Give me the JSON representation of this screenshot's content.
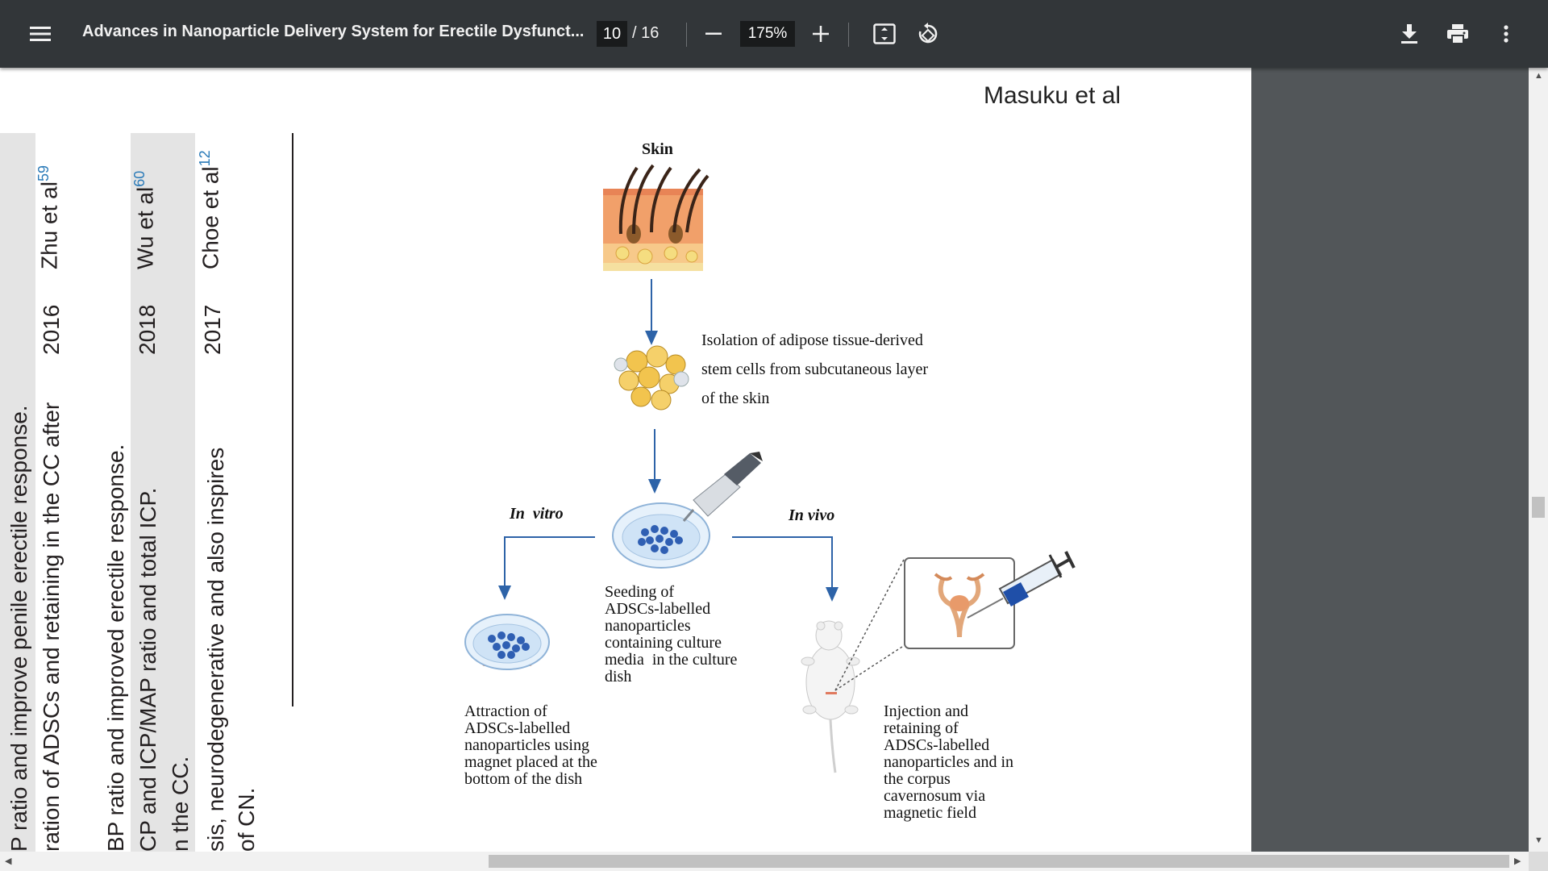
{
  "toolbar": {
    "title": "Advances in Nanoparticle Delivery System for Erectile Dysfunct...",
    "page_current": "10",
    "page_total": "/ 16",
    "zoom": "175%",
    "icons": [
      "menu-icon",
      "zoom-out-icon",
      "zoom-in-icon",
      "fit-page-icon",
      "rotate-icon",
      "download-icon",
      "print-icon",
      "more-icon"
    ]
  },
  "page": {
    "author_header": "Masuku et al",
    "table": {
      "rows": [
        {
          "texts": [
            "ration of ADSCs and retaining in the CC after",
            "P ratio and improve penile erectile response."
          ],
          "year": "2016",
          "ref_text": "Zhu et al",
          "ref_num": "59"
        },
        {
          "texts": [
            "n the CC.",
            "CP and ICP/MAP ratio and total ICP.",
            "BP ratio and improved erectile response."
          ],
          "year": "2018",
          "ref_text": "Wu et al",
          "ref_num": "60"
        },
        {
          "texts": [
            "of CN.",
            "sis, neurodegenerative and also inspires"
          ],
          "year": "2017",
          "ref_text": "Choe et al",
          "ref_num": "12"
        }
      ]
    },
    "figure": {
      "skin_label": "Skin",
      "isolation_text": [
        "Isolation of adipose tissue-derived",
        "stem cells from subcutaneous layer",
        "of the skin"
      ],
      "in_vitro": "In  vitro",
      "in_vivo": "In vivo",
      "seeding_text": [
        "Seeding of",
        "ADSCs-labelled",
        "nanoparticles",
        "containing culture",
        "media  in the culture",
        "dish"
      ],
      "attraction_text": [
        "Attraction of",
        "ADSCs-labelled",
        "nanoparticles using",
        "magnet placed at the",
        "bottom of the dish"
      ],
      "injection_text": [
        "Injection and",
        "retaining of",
        "ADSCs-labelled",
        "nanoparticles and in",
        "the corpus",
        "cavernosum via",
        "magnetic field"
      ]
    }
  },
  "colors": {
    "toolbar_bg": "#323639",
    "viewer_bg": "#525659",
    "arrow_blue": "#2d63a8",
    "cell_blue": "#2f5fb3",
    "reference_blue": "#2a7ab8"
  }
}
